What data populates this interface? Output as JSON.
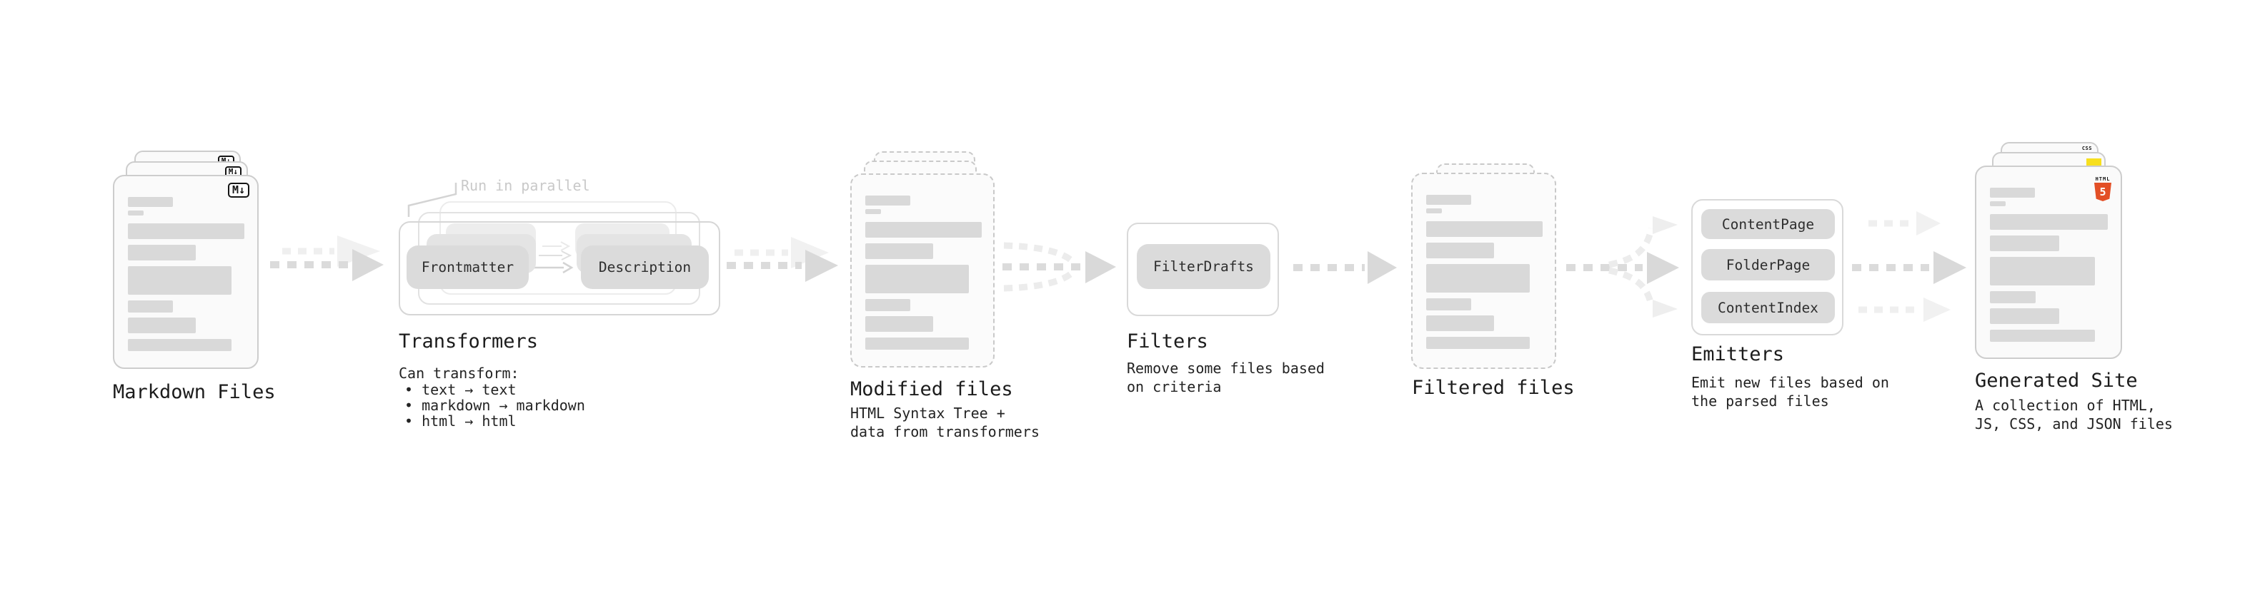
{
  "colors": {
    "html5_orange": "#e34f26",
    "css_blue": "#1572b6",
    "js_yellow": "#f7df1e",
    "placeholder_gray": "#d9d9d9"
  },
  "markdown_files": {
    "title": "Markdown Files",
    "badge": "M↓"
  },
  "transformers": {
    "title": "Transformers",
    "note": "Run in parallel",
    "source_pill": "Frontmatter",
    "target_pill": "Description",
    "desc_heading": "Can transform:",
    "bullets": [
      "• text → text",
      "• markdown → markdown",
      "• html → html"
    ]
  },
  "modified_files": {
    "title": "Modified files",
    "desc": "HTML Syntax Tree +\ndata from transformers"
  },
  "filters": {
    "title": "Filters",
    "pill": "FilterDrafts",
    "desc": "Remove some files based\non criteria"
  },
  "filtered_files": {
    "title": "Filtered files"
  },
  "emitters": {
    "title": "Emitters",
    "pills": [
      "ContentPage",
      "FolderPage",
      "ContentIndex"
    ],
    "desc": "Emit new files based on\nthe parsed files"
  },
  "generated_site": {
    "title": "Generated Site",
    "desc": "A collection of HTML,\nJS, CSS, and JSON files",
    "css_badge": "CSS",
    "html_badge": "HTML",
    "html_badge_number": "5"
  }
}
